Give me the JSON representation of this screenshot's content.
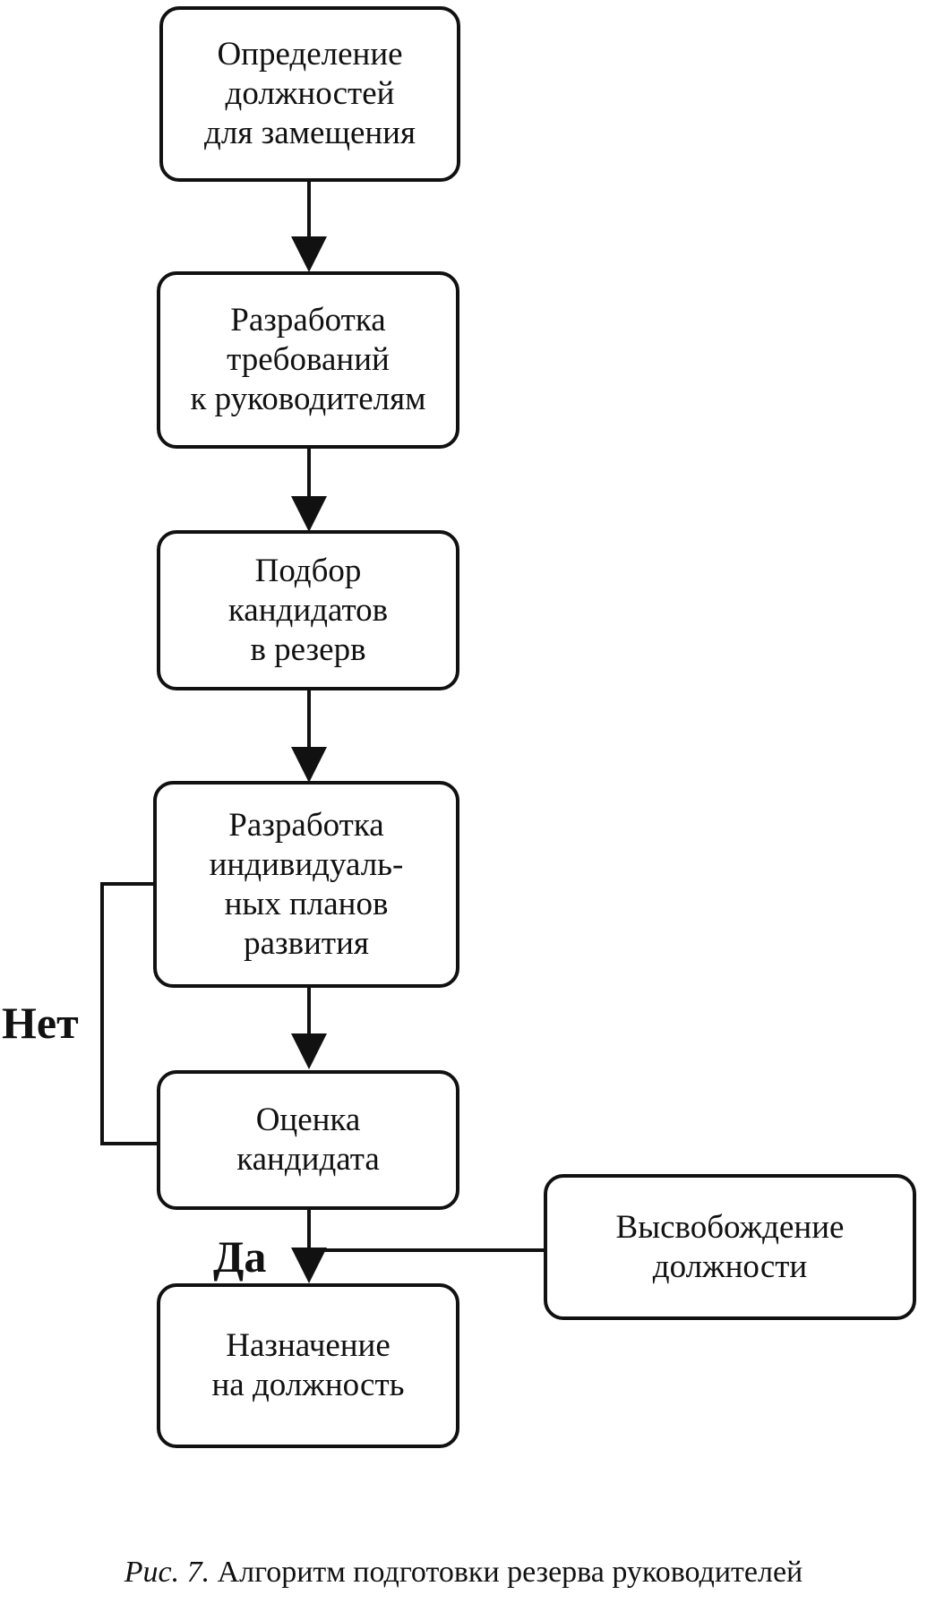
{
  "diagram": {
    "steps": [
      {
        "id": "step-1",
        "label": "Определение\nдолжностей\nдля замещения"
      },
      {
        "id": "step-2",
        "label": "Разработка\nтребований\nк руководителям"
      },
      {
        "id": "step-3",
        "label": "Подбор\nкандидатов\nв резерв"
      },
      {
        "id": "step-4",
        "label": "Разработка\nиндивидуаль-\nных планов\nразвития"
      },
      {
        "id": "step-5",
        "label": "Оценка\nкандидата"
      },
      {
        "id": "step-6",
        "label": "Назначение\nна должность"
      }
    ],
    "side_box": {
      "label": "Высвобождение\nдолжности"
    },
    "no_label": "Нет",
    "yes_label": "Да"
  },
  "caption": {
    "figure_number": "Рис. 7.",
    "text": "Алгоритм подготовки резерва руководителей"
  }
}
